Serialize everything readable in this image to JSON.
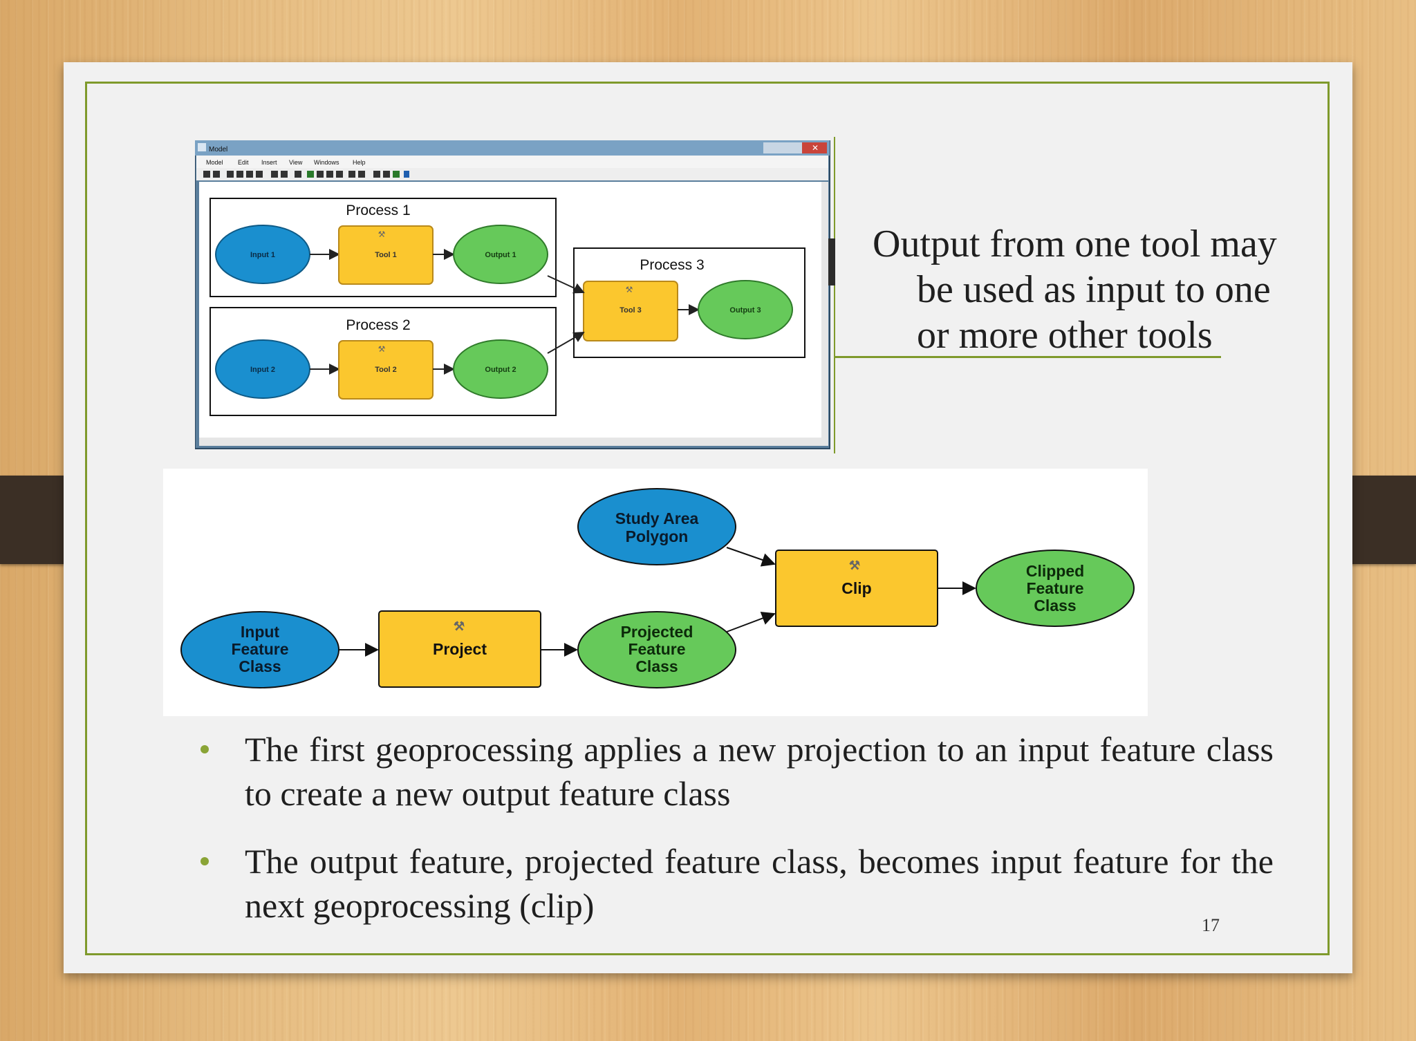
{
  "screenshot": {
    "window_title": "Model",
    "menu": [
      "Model",
      "Edit",
      "Insert",
      "View",
      "Windows",
      "Help"
    ],
    "processes": [
      {
        "label": "Process 1",
        "input": "Input 1",
        "tool": "Tool 1",
        "output": "Output 1"
      },
      {
        "label": "Process 2",
        "input": "Input 2",
        "tool": "Tool 2",
        "output": "Output 2"
      },
      {
        "label": "Process 3",
        "tool": "Tool 3",
        "output": "Output 3"
      }
    ]
  },
  "callout": {
    "line1": "Output from one tool may",
    "line2": "be used as input to one",
    "line3": "or more other tools"
  },
  "model": {
    "study_area": [
      "Study Area",
      "Polygon"
    ],
    "input_fc": [
      "Input",
      "Feature",
      "Class"
    ],
    "project": "Project",
    "projected_fc": [
      "Projected",
      "Feature",
      "Class"
    ],
    "clip": "Clip",
    "clipped_fc": [
      "Clipped",
      "Feature",
      "Class"
    ]
  },
  "bullets": [
    "The first geoprocessing applies a new projection to an input feature class to create a new output feature class",
    "The output feature, projected feature class, becomes input feature for the next geoprocessing (clip)"
  ],
  "page_number": "17",
  "colors": {
    "accent": "#7f9a2c",
    "input_blue": "#1a8fcf",
    "tool_yellow": "#fbc72e",
    "output_green": "#66c95a"
  }
}
